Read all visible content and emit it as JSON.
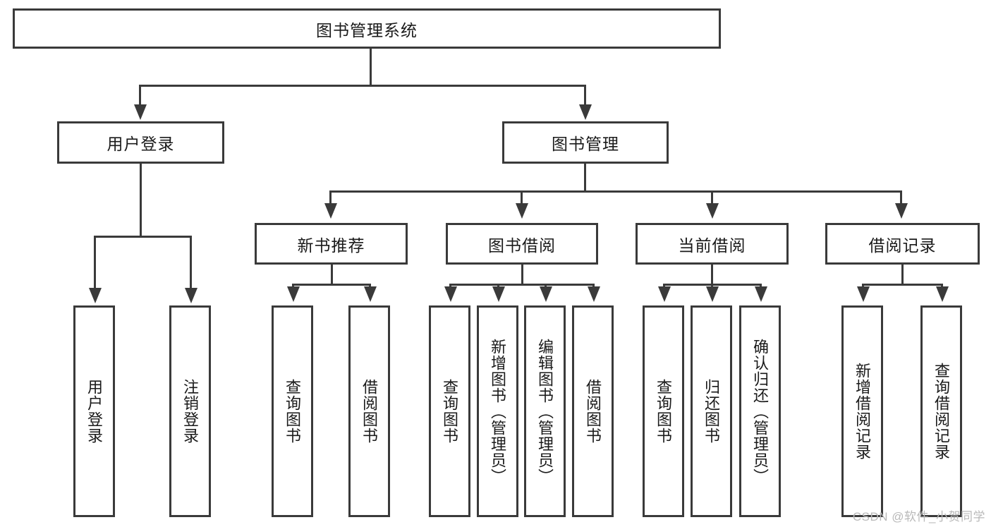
{
  "diagram": {
    "type": "tree-hierarchy",
    "title": "图书管理系统",
    "watermark": "CSDN @软件_小贺同学",
    "colors": {
      "stroke": "#3a3a3a",
      "fill": "#ffffff",
      "text": "#1a1a1a",
      "watermark": "#b9b9b9"
    },
    "nodes": {
      "root": {
        "label": "图书管理系统"
      },
      "level2": [
        {
          "id": "user-login",
          "label": "用户登录"
        },
        {
          "id": "book-manage",
          "label": "图书管理"
        }
      ],
      "level3": [
        {
          "id": "new-book-recommend",
          "label": "新书推荐"
        },
        {
          "id": "book-borrow",
          "label": "图书借阅"
        },
        {
          "id": "current-borrow",
          "label": "当前借阅"
        },
        {
          "id": "borrow-record",
          "label": "借阅记录"
        }
      ],
      "leaves": {
        "user_login": [
          {
            "id": "leaf-user-login",
            "label": "用户登录"
          },
          {
            "id": "leaf-logout-login",
            "label": "注销登录"
          }
        ],
        "new_book_recommend": [
          {
            "id": "leaf-query-book-1",
            "label": "查询图书"
          },
          {
            "id": "leaf-borrow-book-1",
            "label": "借阅图书"
          }
        ],
        "book_borrow": [
          {
            "id": "leaf-query-book-2",
            "label": "查询图书"
          },
          {
            "id": "leaf-add-book",
            "label": "新增图书（管理员）"
          },
          {
            "id": "leaf-edit-book",
            "label": "编辑图书（管理员）"
          },
          {
            "id": "leaf-borrow-book-2",
            "label": "借阅图书"
          }
        ],
        "current_borrow": [
          {
            "id": "leaf-query-book-3",
            "label": "查询图书"
          },
          {
            "id": "leaf-return-book",
            "label": "归还图书"
          },
          {
            "id": "leaf-confirm-return",
            "label": "确认归还（管理员）"
          }
        ],
        "borrow_record": [
          {
            "id": "leaf-add-borrow-record",
            "label": "新增借阅记录"
          },
          {
            "id": "leaf-query-borrow-record",
            "label": "查询借阅记录"
          }
        ]
      }
    }
  }
}
